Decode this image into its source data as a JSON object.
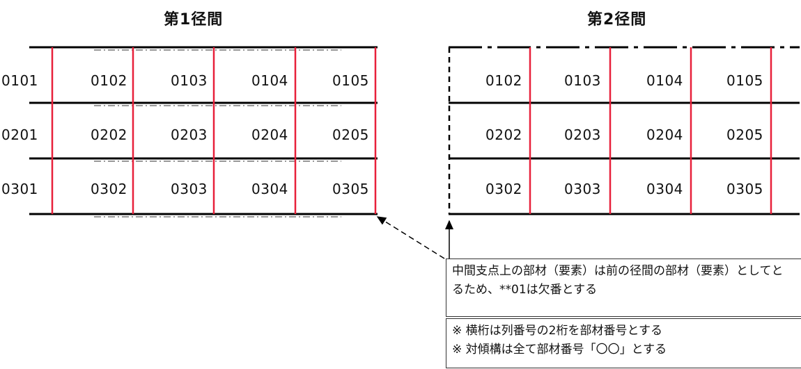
{
  "titles": {
    "span1": "第1径間",
    "span2": "第2径間"
  },
  "span1": {
    "rows": [
      [
        "0101",
        "0102",
        "0103",
        "0104",
        "0105"
      ],
      [
        "0201",
        "0202",
        "0203",
        "0204",
        "0205"
      ],
      [
        "0301",
        "0302",
        "0303",
        "0304",
        "0305"
      ]
    ]
  },
  "span2": {
    "rows": [
      [
        "0102",
        "0103",
        "0104",
        "0105"
      ],
      [
        "0202",
        "0203",
        "0204",
        "0205"
      ],
      [
        "0302",
        "0303",
        "0304",
        "0305"
      ]
    ]
  },
  "notes": {
    "note1": "中間支点上の部材（要素）は前の径間の部材（要素）としてとるため、**01は欠番とする",
    "note2_line1": "※ 横桁は列番号の2桁を部材番号とする",
    "note2_line2": "※ 対傾構は全て部材番号「〇〇」とする"
  },
  "colors": {
    "girder": "#000000",
    "crossbeam": "#e8203a",
    "dashed": "#000000"
  }
}
